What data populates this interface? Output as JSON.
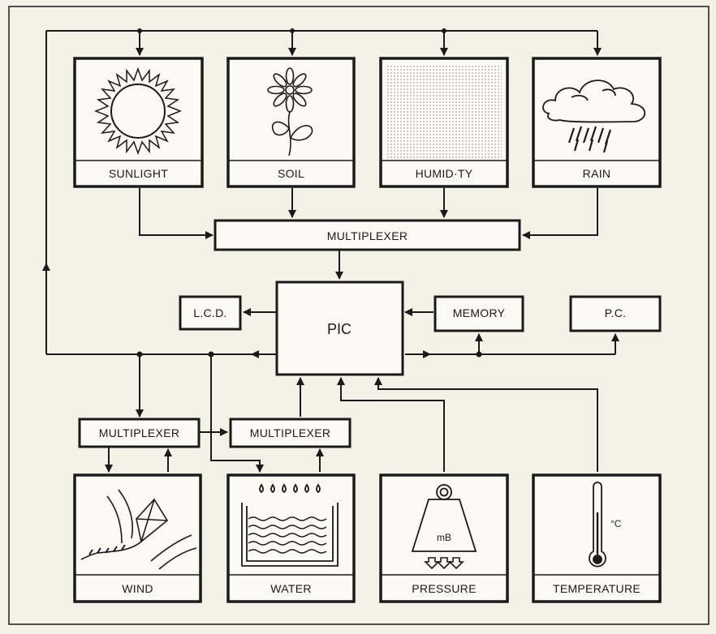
{
  "diagram": {
    "sensors_top": [
      {
        "id": "sunlight",
        "label": "SUNLIGHT",
        "icon": "sun-icon"
      },
      {
        "id": "soil",
        "label": "SOIL",
        "icon": "flower-icon"
      },
      {
        "id": "humidity",
        "label": "HUMID·TY",
        "icon": "humidity-pattern-icon"
      },
      {
        "id": "rain",
        "label": "RAIN",
        "icon": "rain-cloud-icon"
      }
    ],
    "sensors_bottom": [
      {
        "id": "wind",
        "label": "WIND",
        "icon": "kite-icon"
      },
      {
        "id": "water",
        "label": "WATER",
        "icon": "water-tank-icon"
      },
      {
        "id": "pressure",
        "label": "PRESSURE",
        "icon": "pressure-weight-icon",
        "unit": "mB"
      },
      {
        "id": "temperature",
        "label": "TEMPERATURE",
        "icon": "thermometer-icon",
        "unit": "°C"
      }
    ],
    "blocks": {
      "multiplexer_top": "MULTIPLEXER",
      "pic": "PIC",
      "lcd": "L.C.D.",
      "memory": "MEMORY",
      "pc": "P.C.",
      "multiplexer_left": "MULTIPLEXER",
      "multiplexer_right": "MULTIPLEXER"
    },
    "colors": {
      "background": "#f4f1e6",
      "ink": "#1a1a1a"
    }
  }
}
